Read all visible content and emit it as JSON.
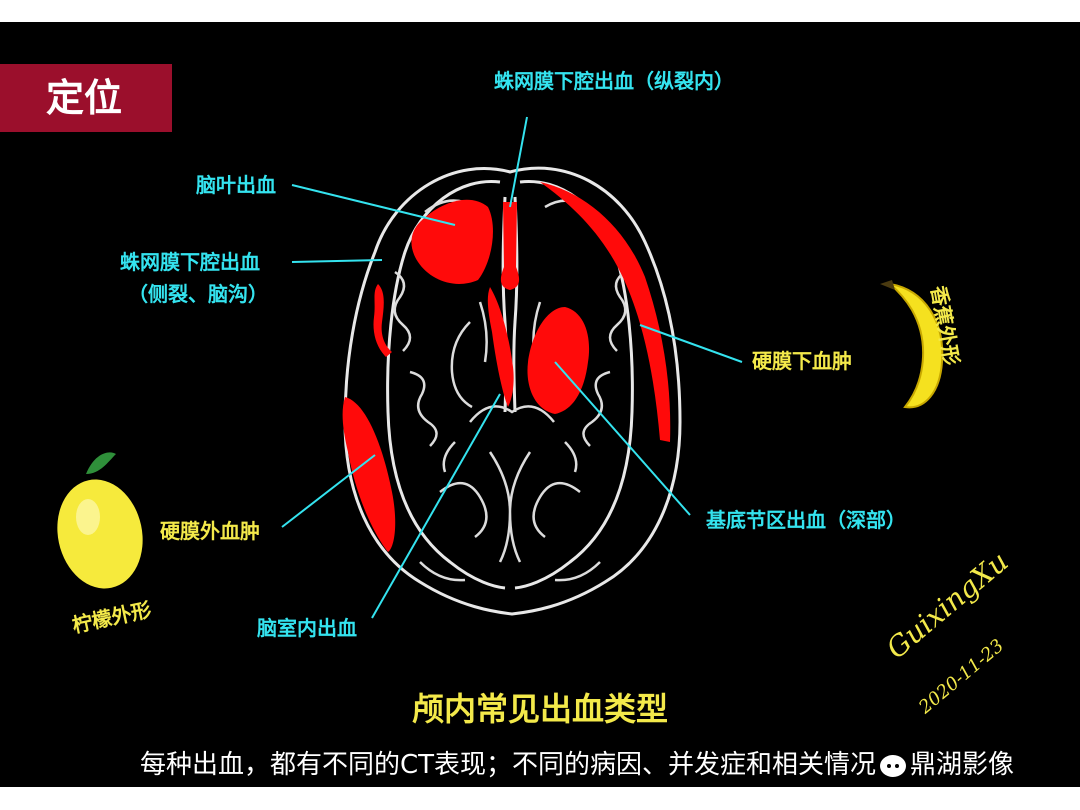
{
  "tag": "定位",
  "labels": {
    "sah_interhemispheric": "蛛网膜下腔出血（纵裂内）",
    "lobar": "脑叶出血",
    "sah_sulci_line1": "蛛网膜下腔出血",
    "sah_sulci_line2": "（侧裂、脑沟）",
    "subdural": "硬膜下血肿",
    "banana_shape": "香蕉外形",
    "epidural": "硬膜外血肿",
    "lemon_shape": "柠檬外形",
    "basal_ganglia": "基底节区出血（深部）",
    "intraventricular": "脑室内出血"
  },
  "title": "颅内常见出血类型",
  "subtitle": "每种出血，都有不同的CT表现；不同的病因、并发症和相关情况",
  "brand": "鼎湖影像",
  "signature": {
    "name": "GuixingXu",
    "date": "2020-11-23"
  },
  "icons": [
    "lemon-icon",
    "banana-icon",
    "wechat-icon"
  ],
  "colors": {
    "label_cyan": "#34e3ef",
    "accent_yellow": "#f3e94a",
    "hemorrhage_red": "#ff0a0a",
    "tag_red": "#9b0f2c"
  }
}
